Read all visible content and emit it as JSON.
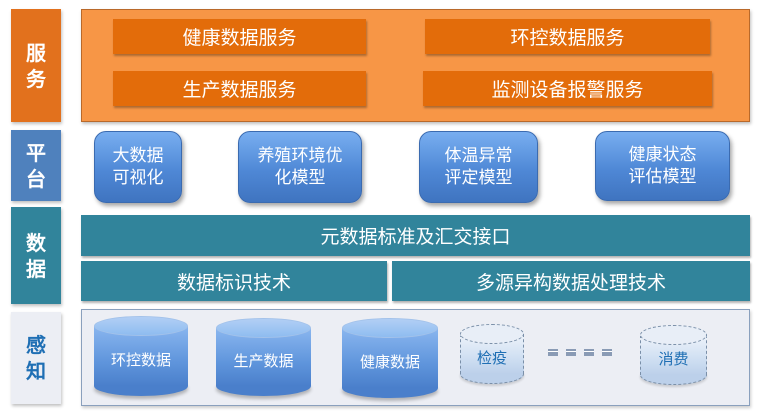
{
  "layers": {
    "service": {
      "label": "服务",
      "label_lines": [
        "服",
        "务"
      ],
      "color": "#e2711d",
      "panel_color": "#f79646",
      "items": [
        "健康数据服务",
        "环控数据服务",
        "生产数据服务",
        "监测设备报警服务"
      ]
    },
    "platform": {
      "label": "平台",
      "label_lines": [
        "平",
        "台"
      ],
      "color": "#4f81bd",
      "items": [
        {
          "line1": "大数据",
          "line2": "可视化"
        },
        {
          "line1": "养殖环境优",
          "line2": "化模型"
        },
        {
          "line1": "体温异常",
          "line2": "评定模型"
        },
        {
          "line1": "健康状态",
          "line2": "评估模型"
        }
      ]
    },
    "data": {
      "label": "数据",
      "label_lines": [
        "数",
        "据"
      ],
      "color": "#31849b",
      "top_bar": "元数据标准及汇交接口",
      "bottom_bars": [
        "数据标识技术",
        "多源异构数据处理技术"
      ]
    },
    "sense": {
      "label": "感知",
      "label_lines": [
        "感",
        "知"
      ],
      "color": "#1f6fb4",
      "panel_color": "#eceef4",
      "items": [
        "环控数据",
        "生产数据",
        "健康数据",
        "检疫",
        "消费"
      ],
      "ellipsis": "= = = ="
    }
  }
}
